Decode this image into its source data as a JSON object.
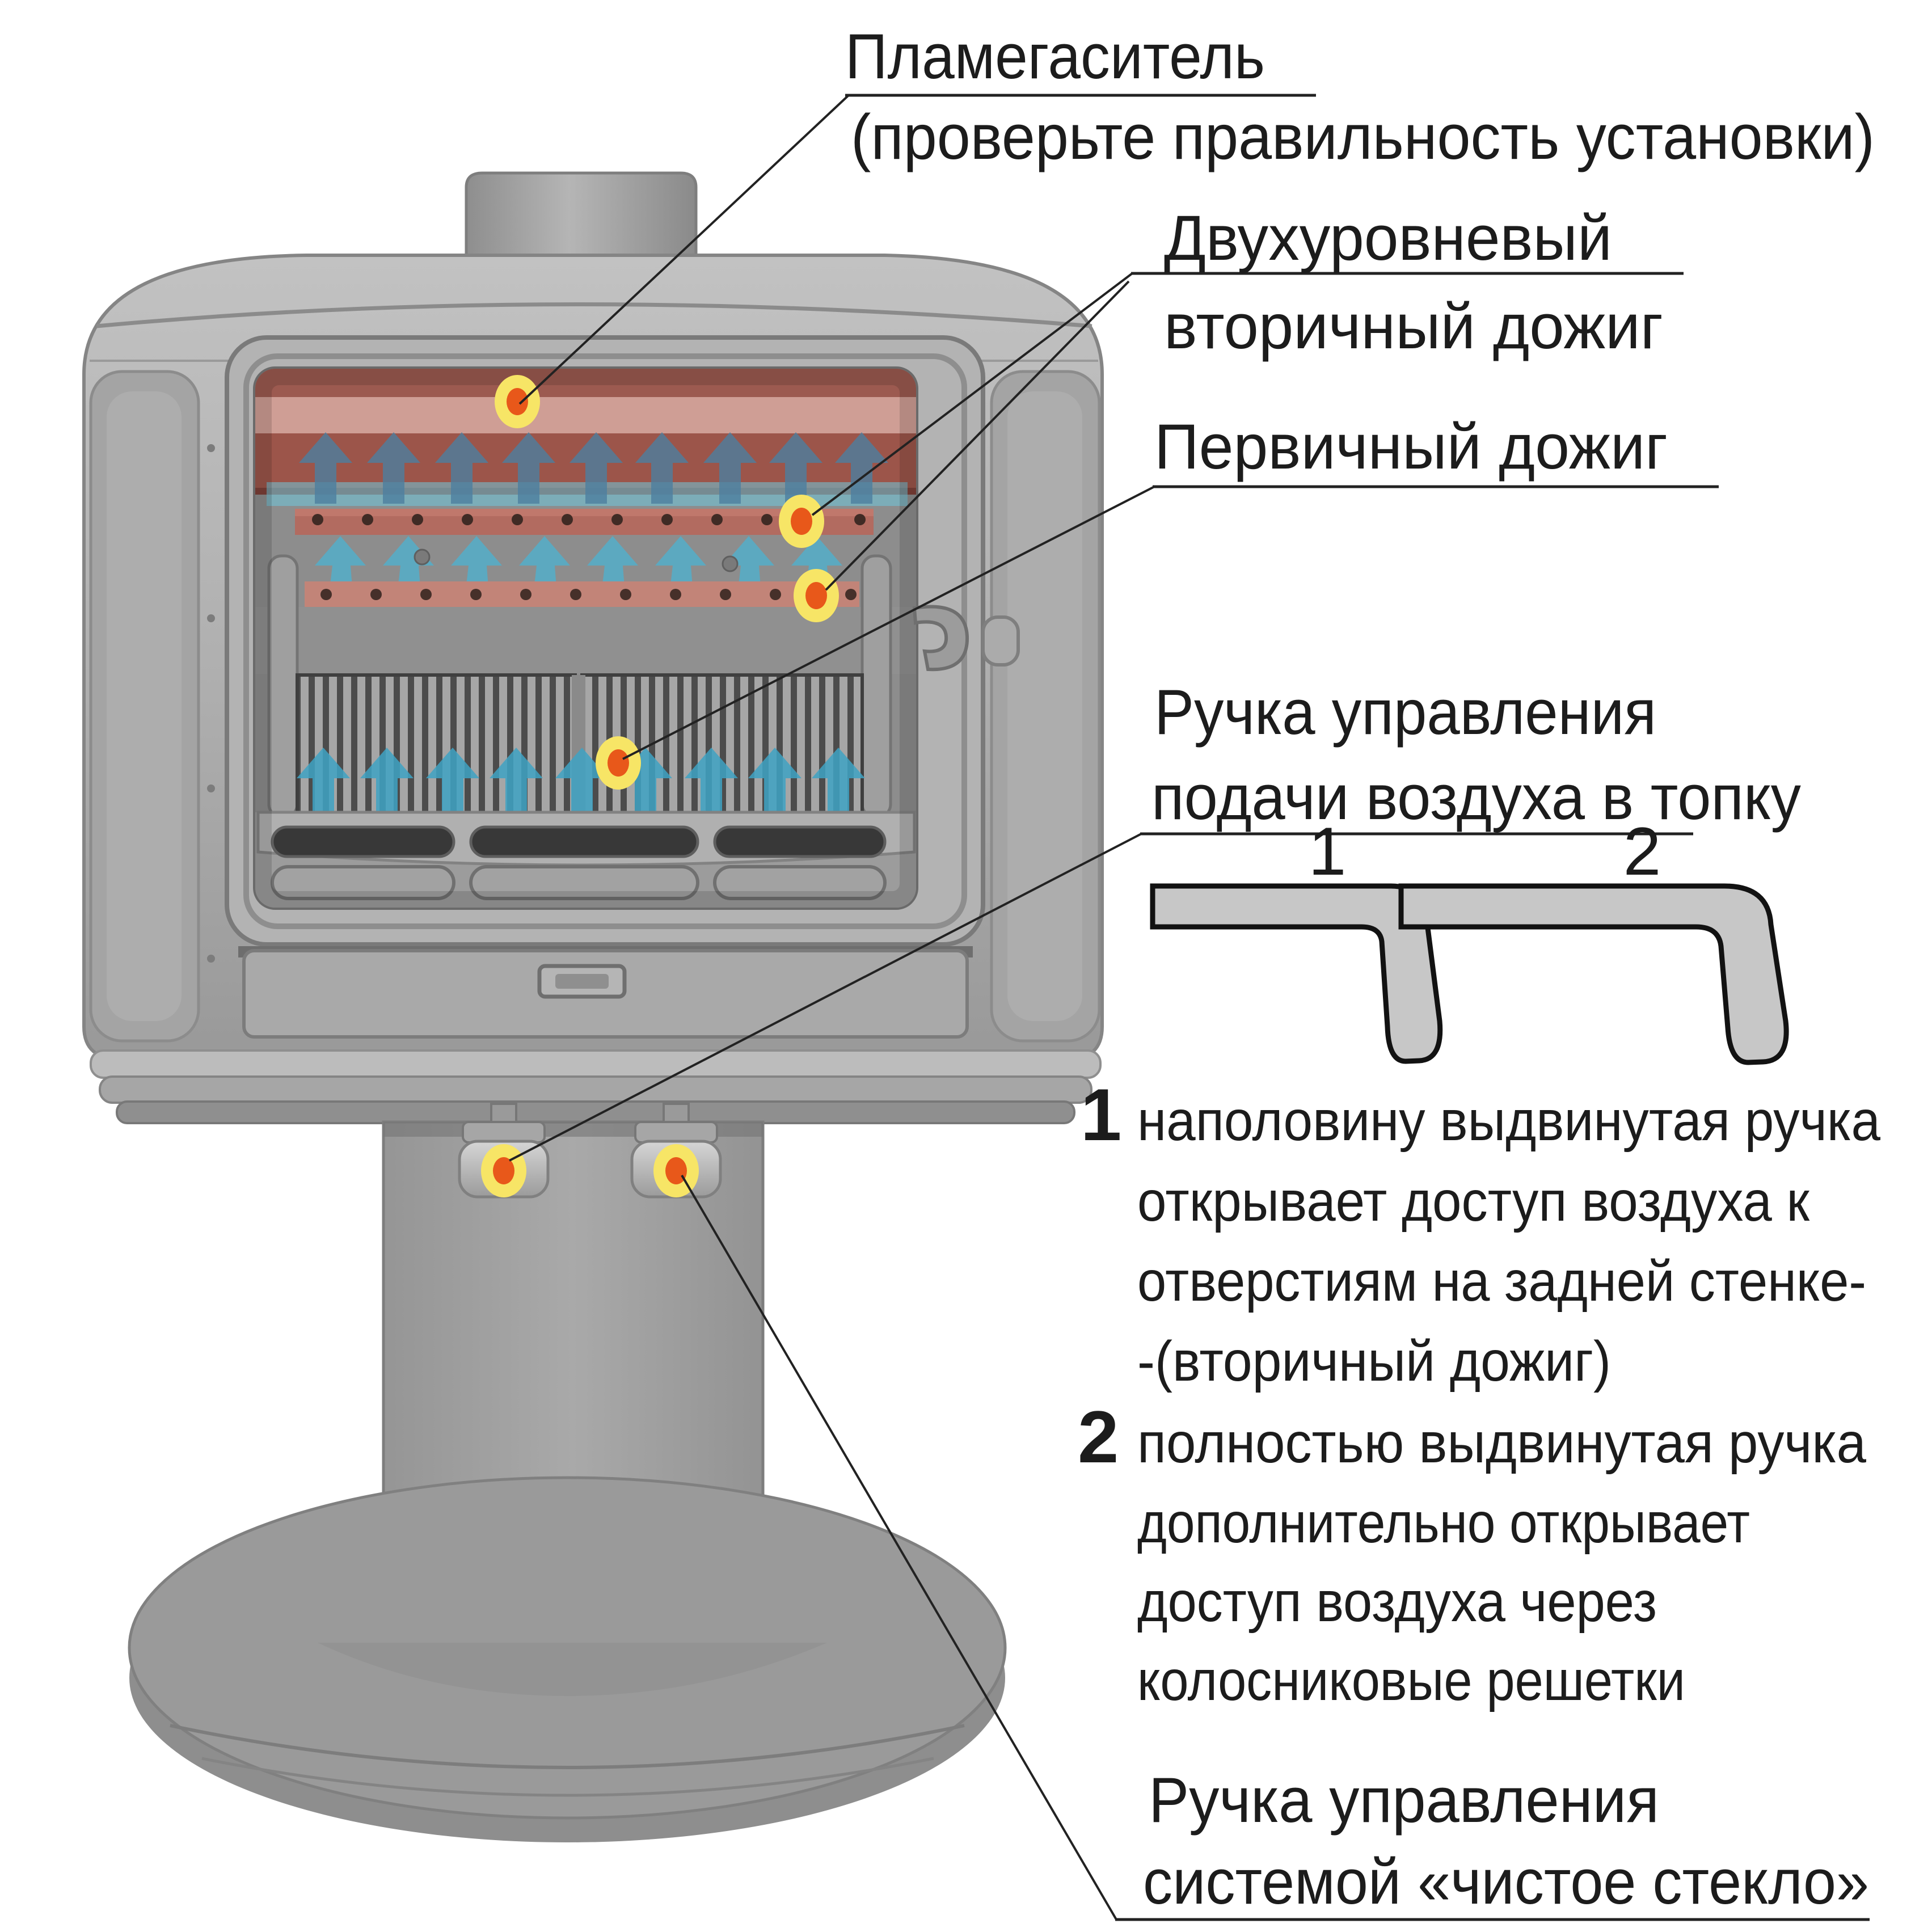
{
  "colors": {
    "accent_red": "#e31e24",
    "marker_yellow": "#f7e566",
    "marker_orange": "#e8581a",
    "arrow_blue": "#4d7fa0",
    "arrow_cyan": "#3fa3c4",
    "arrow_cyan_light": "#54aec9"
  },
  "annotations": {
    "flame_arrester": {
      "title": "Пламегаситель",
      "note": "(проверьте правильность установки)"
    },
    "secondary_burn": {
      "line1": "Двухуровневый",
      "line2": "вторичный дожиг"
    },
    "primary_burn": {
      "title": "Первичный дожиг"
    },
    "air_handle": {
      "line1": "Ручка управления",
      "line2": "подачи воздуха в топку"
    },
    "handle_positions": {
      "pos1": "1",
      "pos2": "2"
    },
    "item1": {
      "num": "1",
      "line1": "наполовину выдвинутая ручка",
      "line2": "открывает доступ воздуха к",
      "line3": "отверстиям на задней стенке-",
      "line4": "-(вторичный дожиг)"
    },
    "item2": {
      "num": "2",
      "line1": "полностью выдвинутая ручка",
      "line2": "дополнительно открывает",
      "line3": "доступ воздуха через",
      "line4": "колосниковые решетки"
    },
    "clean_glass": {
      "line1": "Ручка управления",
      "line2": "системой «чистое стекло»"
    }
  }
}
